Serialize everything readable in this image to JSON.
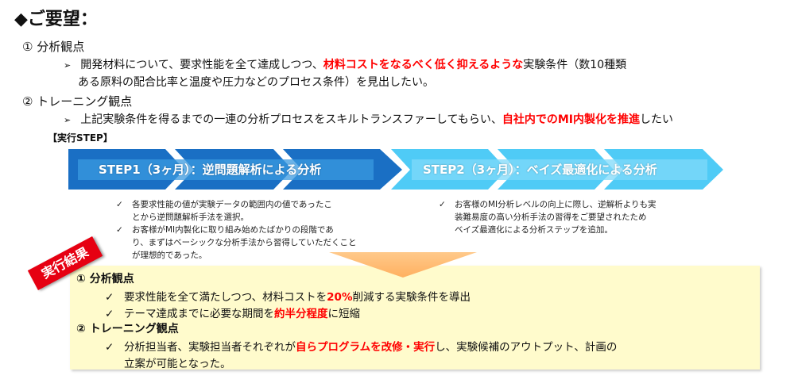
{
  "title": "◆ご要望：",
  "requests": [
    {
      "heading": "① 分析観点",
      "bullet": {
        "pre": "開発材料について、要求性能を全て達成しつつ、",
        "highlight": "材料コストをなるべく低く抑えるような",
        "post": "実験条件（数10種類",
        "line2": "ある原料の配合比率と温度や圧力などのプロセス条件）を見出したい。"
      }
    },
    {
      "heading": "② トレーニング観点",
      "bullet": {
        "pre": "上記実験条件を得るまでの一連の分析プロセスをスキルトランスファーしてもらい、",
        "highlight": "自社内でのMI内製化を推進",
        "post": "したい"
      }
    }
  ],
  "steps_label": "【実行STEP】",
  "steps": [
    {
      "label": "STEP1（3ヶ月）：逆問題解析による分析",
      "color": "#1a6fc4",
      "notes": [
        [
          "各要求性能の値が実験データの範囲内の値であったこ",
          "とから逆問題解析手法を選択。"
        ],
        [
          "お客様がMI内製化に取り組み始めたばかりの段階であ",
          "り、まずはベーシックな分析手法から習得していただくこと",
          "が理想的であった。"
        ]
      ]
    },
    {
      "label": "STEP2（3ヶ月）：ベイズ最適化による分析",
      "color": "#4cc9f5",
      "notes": [
        [
          "お客様のMI分析レベルの向上に際し、逆解析よりも実",
          "装難易度の高い分析手法の習得をご要望されたため",
          "ベイズ最適化による分析ステップを追加。"
        ]
      ]
    }
  ],
  "check": "✓",
  "bullet_arrow": "➢",
  "result_tag": "実行結果",
  "results": {
    "h1": "①  分析観点",
    "i1": {
      "pre": "要求性能を全て満たしつつ、材料コストを",
      "hl": "20%",
      "post": "削減する実験条件を導出"
    },
    "i2": {
      "pre": "テーマ達成までに必要な期間を",
      "hl": "約半分程度",
      "post": "に短縮"
    },
    "h2": "②  トレーニング観点",
    "i3": {
      "pre": "分析担当者、実験担当者それぞれが",
      "hl": "自らプログラムを改修・実行",
      "post": "し、実験候補のアウトプット、計画の",
      "line2": "立案が可能となった。"
    }
  }
}
